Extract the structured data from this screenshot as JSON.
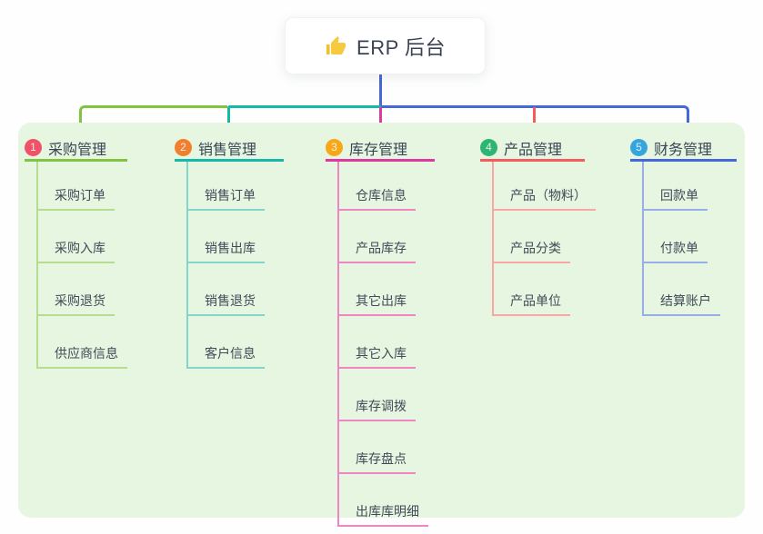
{
  "root": {
    "label": "ERP 后台",
    "icon": "thumbs-up",
    "icon_color": "#f4c027",
    "stem_color": "#4468d8"
  },
  "panel_color": "#e6f6e1",
  "branches": [
    {
      "index": "1",
      "label": "采购管理",
      "badge_color": "#ef5368",
      "line_color": "#82c342",
      "child_line_color": "#b7dc8f",
      "children": [
        "采购订单",
        "采购入库",
        "采购退货",
        "供应商信息"
      ]
    },
    {
      "index": "2",
      "label": "销售管理",
      "badge_color": "#f0802f",
      "line_color": "#16b8a8",
      "child_line_color": "#83d6cc",
      "children": [
        "销售订单",
        "销售出库",
        "销售退货",
        "客户信息"
      ]
    },
    {
      "index": "3",
      "label": "库存管理",
      "badge_color": "#f7a819",
      "line_color": "#dc3a9e",
      "child_line_color": "#ee86c4",
      "children": [
        "仓库信息",
        "产品库存",
        "其它出库",
        "其它入库",
        "库存调拨",
        "库存盘点",
        "出库库明细"
      ]
    },
    {
      "index": "4",
      "label": "产品管理",
      "badge_color": "#2eb573",
      "line_color": "#f45c5c",
      "child_line_color": "#f9a6a6",
      "children": [
        "产品（物料）",
        "产品分类",
        "产品单位"
      ]
    },
    {
      "index": "5",
      "label": "财务管理",
      "badge_color": "#35a5de",
      "line_color": "#4468d8",
      "child_line_color": "#98aee9",
      "children": [
        "回款单",
        "付款单",
        "结算账户"
      ]
    }
  ]
}
